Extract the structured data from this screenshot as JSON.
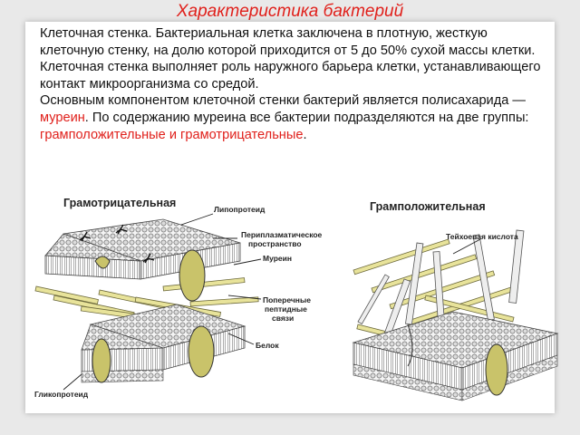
{
  "slide": {
    "title": "Характеристика бактерий"
  },
  "text": {
    "p1": "Клеточная стенка. Бактериальная клетка заключена в плотную, жесткую клеточную стенку, на долю которой приходится от 5 до 50% сухой массы клетки.",
    "p2": "Клеточная стенка выполняет роль наружного барьера клетки, устанавливающего контакт микроорганизма со средой.",
    "p3_start": "Основным компонентом клеточной стенки бактерий является полисахарида — ",
    "p3_murein": "муреин",
    "p3_mid": ". По содержанию муреина все бактерии подразделяются на две группы: ",
    "p3_groups": "грамположительные и грамотрицательные",
    "p3_end": "."
  },
  "figure": {
    "left_title": "Грамотрицательная",
    "right_title": "Грамположительная",
    "labels": {
      "lipoprotein": "Липопротеид",
      "periplasmic_1": "Периплазматическое",
      "periplasmic_2": "пространство",
      "murein": "Муреин",
      "crossbridges_1": "Поперечные",
      "crossbridges_2": "пептидные",
      "crossbridges_3": "связи",
      "protein": "Белок",
      "glycoprotein": "Гликопротеид",
      "teichoic": "Тейхоевая кислота"
    },
    "colors": {
      "rod": "#e8e39a",
      "rod_stroke": "#6d6a3c",
      "bead": "#d9d9d9",
      "protein": "#c9c36a"
    }
  }
}
